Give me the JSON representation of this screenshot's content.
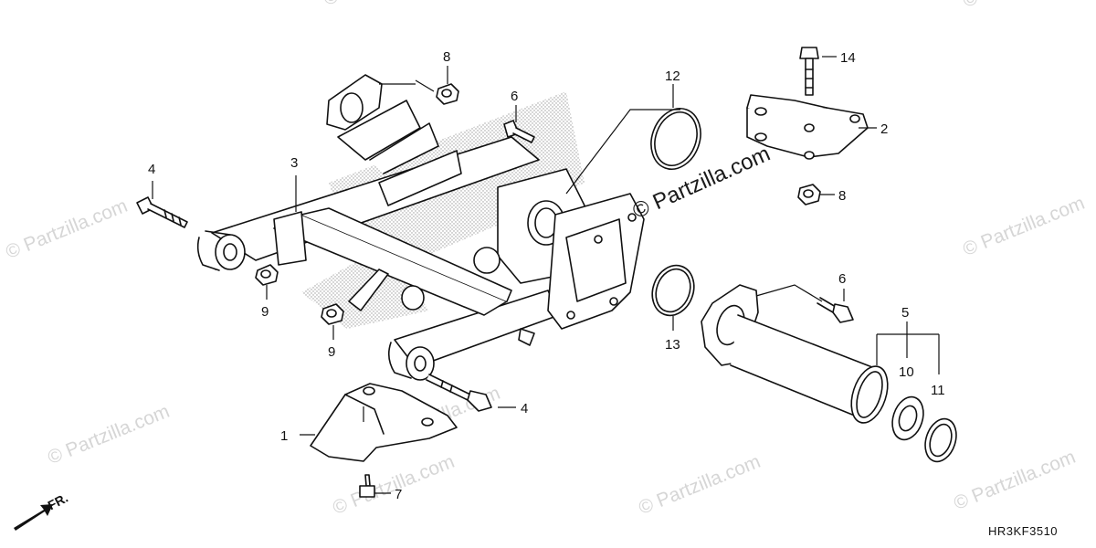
{
  "watermarks": [
    "© Partzilla.com",
    "© Partzilla.com",
    "© Partzilla.com",
    "© Partzilla.com",
    "© Partzilla.com",
    "© Partzilla.com",
    "© Partzilla.com",
    "© Partzilla.com",
    "© Partzilla.com"
  ],
  "main_watermark": "© Partzilla.com",
  "diagram_code": "HR3KF3510",
  "direction_label": "FR.",
  "callouts": {
    "c1": "1",
    "c2": "2",
    "c3": "3",
    "c4a": "4",
    "c4b": "4",
    "c5": "5",
    "c6a": "6",
    "c6b": "6",
    "c7": "7",
    "c8a": "8",
    "c8b": "8",
    "c9a": "9",
    "c9b": "9",
    "c10": "10",
    "c11": "11",
    "c12": "12",
    "c13": "13",
    "c14": "14"
  },
  "colors": {
    "line": "#111111",
    "watermark": "#d6d6d6",
    "stipple": "#9a9a9a"
  }
}
